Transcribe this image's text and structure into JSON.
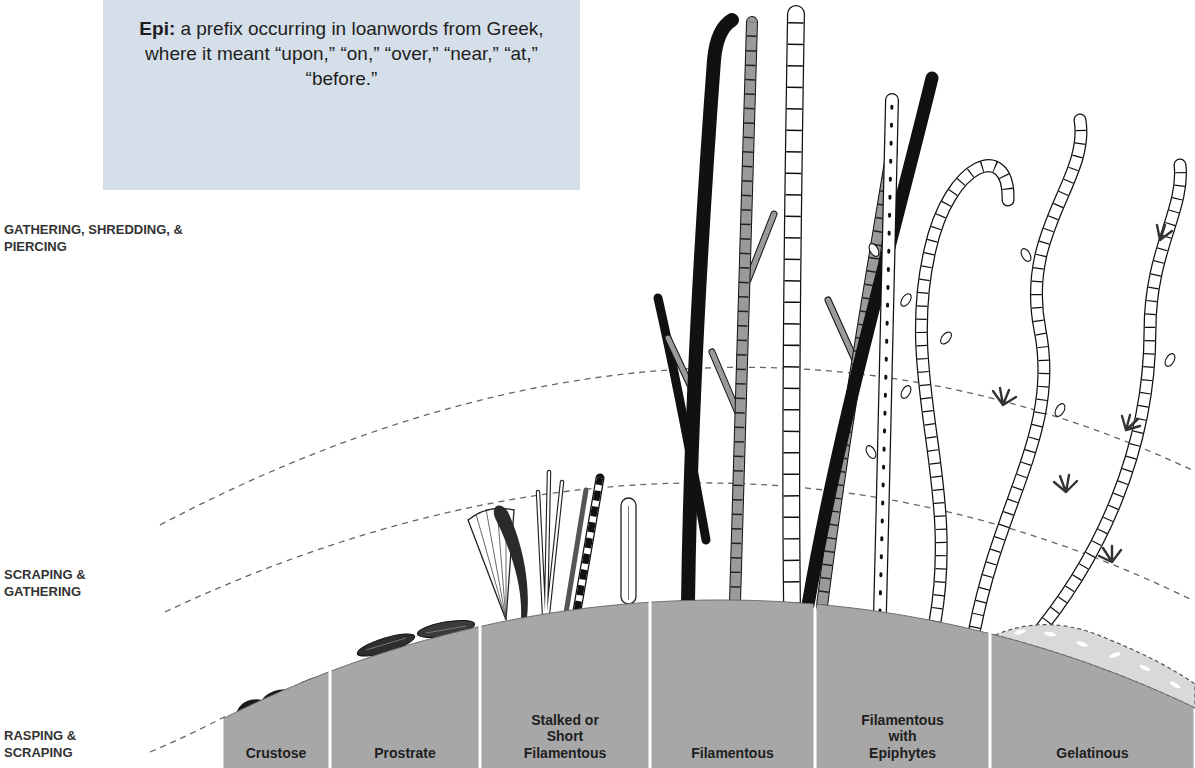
{
  "diagram": {
    "nodes": [
      {
        "text": [
          "Epi:",
          "a prefix occurring in loanwords from Greek, where it meant “upon,” “on,” “over,” “near,” “at,” “before.”"
        ]
      },
      {
        "text": [
          "Crustose"
        ]
      },
      {
        "text": [
          "Prostrate"
        ]
      },
      {
        "text": [
          "Stalked or Short Filamentous"
        ]
      },
      {
        "text": [
          "Filamentous"
        ]
      },
      {
        "text": [
          "Filamentous with Epiphytes"
        ]
      },
      {
        "text": [
          "Gelatinous"
        ]
      }
    ],
    "labels": [
      "GATHERING, SHREDDING, & PIERCING",
      "SCRAPING & GATHERING",
      "RASPING & SCRAPING"
    ]
  }
}
